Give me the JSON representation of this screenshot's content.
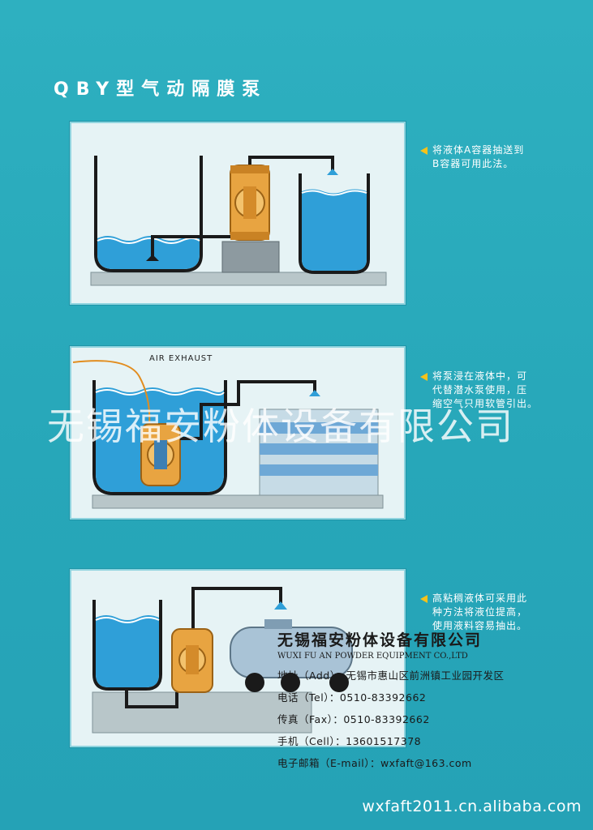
{
  "title": "QBY型气动隔膜泵",
  "panels": [
    {
      "caption_lines": [
        "将液体A容器抽送到",
        "B容器可用此法。"
      ]
    },
    {
      "label": "AIR EXHAUST",
      "caption_lines": [
        "将泵浸在液体中，可",
        "代替潜水泵使用，压",
        "缩空气只用软管引出。"
      ]
    },
    {
      "caption_lines": [
        "高粘稠液体可采用此",
        "种方法将液位提高，",
        "使用液料容易抽出。"
      ]
    }
  ],
  "watermark": "无锡福安粉体设备有限公司",
  "contact": {
    "company_cn": "无锡福安粉体设备有限公司",
    "company_en": "WUXI FU AN POWDER EQUIPMENT CO.,LTD",
    "address": "地址（Add）：无锡市惠山区前洲镇工业园开发区",
    "tel": "电话（Tel）：0510-83392662",
    "fax": "传真（Fax）：0510-83392662",
    "cell": "手机（Cell）：13601517378",
    "email": "电子邮箱（E-mail）：wxfaft@163.com"
  },
  "footer": "wxfaft2011.cn.alibaba.com",
  "colors": {
    "background": "#2aa6b8",
    "water": "#2f9fd8",
    "pump": "#e8a441",
    "arrow": "#f6c21a"
  }
}
